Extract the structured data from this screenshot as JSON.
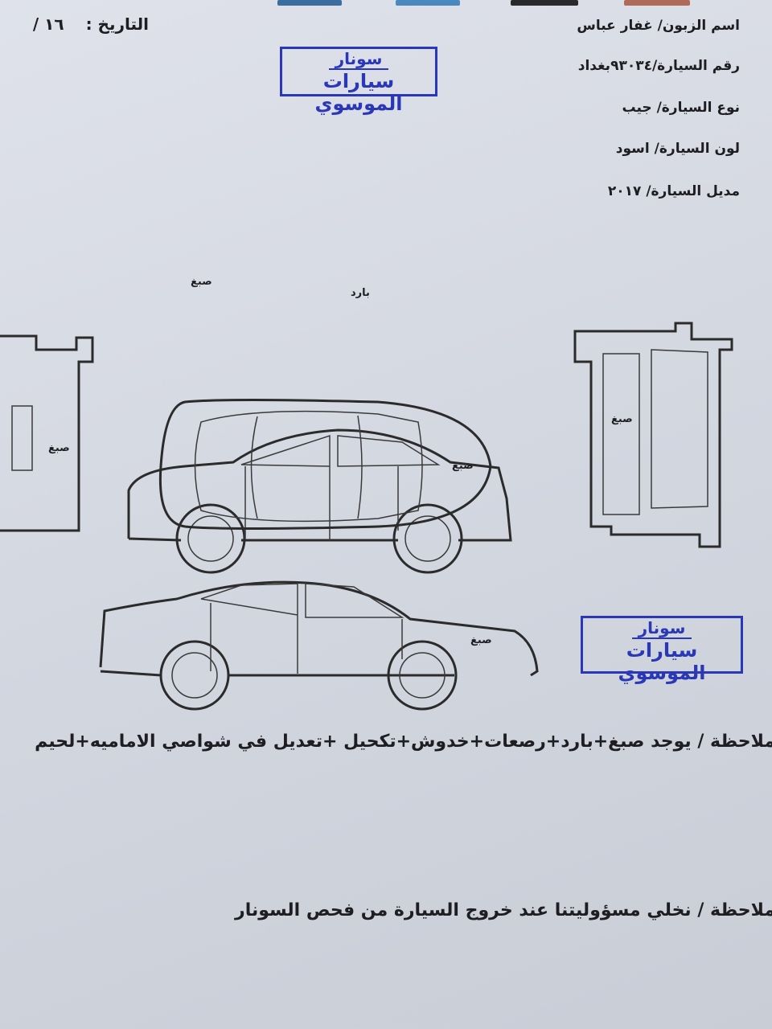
{
  "header": {
    "date_label": "التاريخ :",
    "date_value": "١٦ /",
    "color_bars": [
      "#3a6ea0",
      "#4a88c0",
      "#2a2a2a",
      "#b06a5a"
    ]
  },
  "stamp": {
    "line1": "سونار",
    "line2": "سيارات الموسوي",
    "color": "#2a38b8"
  },
  "fields": [
    {
      "label": "اسم الزبون/",
      "value": "غفار عباس"
    },
    {
      "label": "رقم السيارة/",
      "value": "٩٣٠٣٤بغداد"
    },
    {
      "label": "نوع السيارة/",
      "value": "جيب"
    },
    {
      "label": "لون السيارة/",
      "value": "اسود"
    },
    {
      "label": "مديل السيارة/",
      "value": "٢٠١٧"
    }
  ],
  "diagram_marks": {
    "side_top_front": "صبغ",
    "side_top_door": "بارد",
    "front_view": "صبغ",
    "top_view": "صبغ",
    "rear_view": "صبغ",
    "side_bottom": "صبغ"
  },
  "notes": [
    "ملاحظة /  يوجد صبغ+بارد+رصعات+خدوش+تكحيل +تعديل في شواصي الاماميه+لحيم",
    "ملاحظة / نخلي مسؤوليتنا عند خروج السيارة من فحص السونار"
  ]
}
